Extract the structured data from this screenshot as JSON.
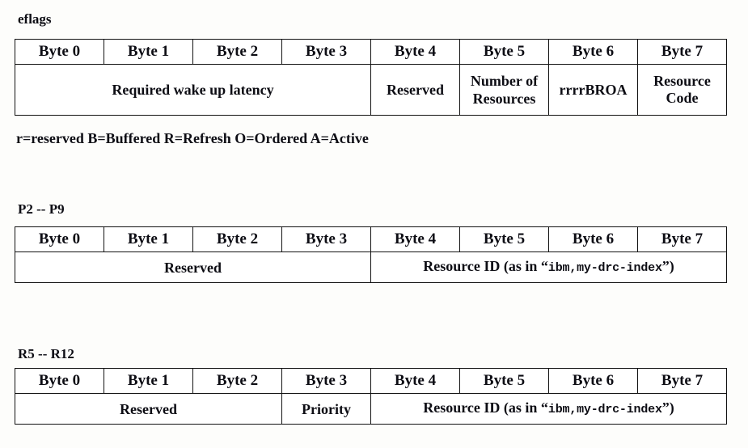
{
  "document": {
    "title": "RTAS byte-layout register diagrams",
    "background_color": "#fdfdfb",
    "text_color": "#0d0d14",
    "border_color": "#121212"
  },
  "byte_headers": [
    "Byte 0",
    "Byte 1",
    "Byte 2",
    "Byte 3",
    "Byte 4",
    "Byte 5",
    "Byte 6",
    "Byte 7"
  ],
  "sections": [
    {
      "id": "eflags",
      "label": "eflags",
      "fields": [
        {
          "text": "Required wake up latency",
          "span": 4
        },
        {
          "text": "Reserved",
          "span": 1
        },
        {
          "text": "Number of Resources",
          "span": 1
        },
        {
          "text": "rrrrBROA",
          "span": 1
        },
        {
          "text": "Resource Code",
          "span": 1
        }
      ],
      "legend": "r=reserved B=Buffered R=Refresh O=Ordered A=Active"
    },
    {
      "id": "p2-p9",
      "label": "P2 -- P9",
      "fields": [
        {
          "text": "Reserved",
          "span": 4
        },
        {
          "text_prefix": "Resource ID (as in “",
          "text_mono": "ibm,my-drc-index",
          "text_suffix": "”)",
          "span": 4
        }
      ]
    },
    {
      "id": "r5-r12",
      "label": "R5 -- R12",
      "fields": [
        {
          "text": "Reserved",
          "span": 3
        },
        {
          "text": "Priority",
          "span": 1
        },
        {
          "text_prefix": "Resource ID (as in “",
          "text_mono": "ibm,my-drc-index",
          "text_suffix": "”)",
          "span": 4
        }
      ]
    }
  ],
  "eflags": {
    "label": "eflags",
    "legend": "r=reserved B=Buffered R=Refresh O=Ordered A=Active",
    "h0": "Byte 0",
    "h1": "Byte 1",
    "h2": "Byte 2",
    "h3": "Byte 3",
    "h4": "Byte 4",
    "h5": "Byte 5",
    "h6": "Byte 6",
    "h7": "Byte 7",
    "f_latency": "Required wake up latency",
    "f_reserved": "Reserved",
    "f_numres": "Number of Resources",
    "f_flags": "rrrrBROA",
    "f_rescode": "Resource Code"
  },
  "p2p9": {
    "label": "P2 -- P9",
    "h0": "Byte 0",
    "h1": "Byte 1",
    "h2": "Byte 2",
    "h3": "Byte 3",
    "h4": "Byte 4",
    "h5": "Byte 5",
    "h6": "Byte 6",
    "h7": "Byte 7",
    "f_reserved": "Reserved",
    "f_resid_prefix": "Resource ID (as in “",
    "f_resid_mono": "ibm,my-drc-index",
    "f_resid_suffix": "”)"
  },
  "r5r12": {
    "label": "R5 -- R12",
    "h0": "Byte 0",
    "h1": "Byte 1",
    "h2": "Byte 2",
    "h3": "Byte 3",
    "h4": "Byte 4",
    "h5": "Byte 5",
    "h6": "Byte 6",
    "h7": "Byte 7",
    "f_reserved": "Reserved",
    "f_priority": "Priority",
    "f_resid_prefix": "Resource ID (as in “",
    "f_resid_mono": "ibm,my-drc-index",
    "f_resid_suffix": "”)"
  }
}
